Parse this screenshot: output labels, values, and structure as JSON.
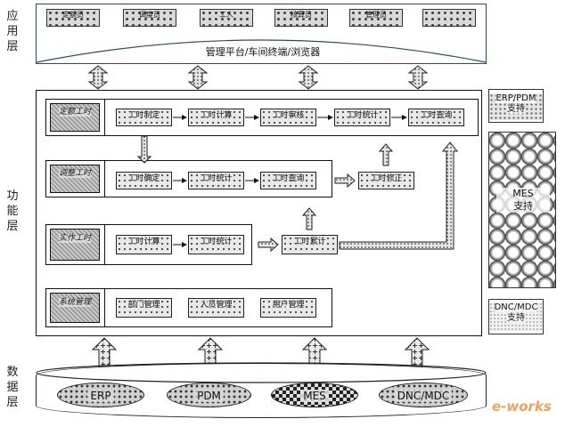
{
  "layers": {
    "application": "应用层",
    "function": "功能层",
    "data": "数据层"
  },
  "application": {
    "caption": "管理平台/车间终端/浏览器",
    "boxes": [
      "定额员",
      "调度员",
      "工人",
      "核算员",
      "管理员",
      ""
    ]
  },
  "function_rows": [
    {
      "label": "定额工时",
      "steps": [
        "工时制定",
        "工时计算",
        "工时审核",
        "工时统计",
        "工时查询"
      ]
    },
    {
      "label": "调整工时",
      "steps": [
        "工时确定",
        "工时统计",
        "工时查询"
      ]
    },
    {
      "label": "实作工时",
      "steps": [
        "工时计算",
        "工时统计"
      ]
    },
    {
      "label": "系统管理",
      "steps": [
        "部门管理",
        "人员管理",
        "用户管理"
      ]
    }
  ],
  "middle_nodes": {
    "revise": "工时修正",
    "accumulate": "工时累计"
  },
  "right_panels": {
    "erp_pdm": "ERP/PDM\n支持",
    "mes": "MES\n支持",
    "dnc_mdc": "DNC/MDC\n支持"
  },
  "databases": [
    "ERP",
    "PDM",
    "MES",
    "DNC/MDC"
  ],
  "watermark": "e-works",
  "colors": {
    "app_frame": "#2b4a6b",
    "watermark": "#f0a060"
  }
}
